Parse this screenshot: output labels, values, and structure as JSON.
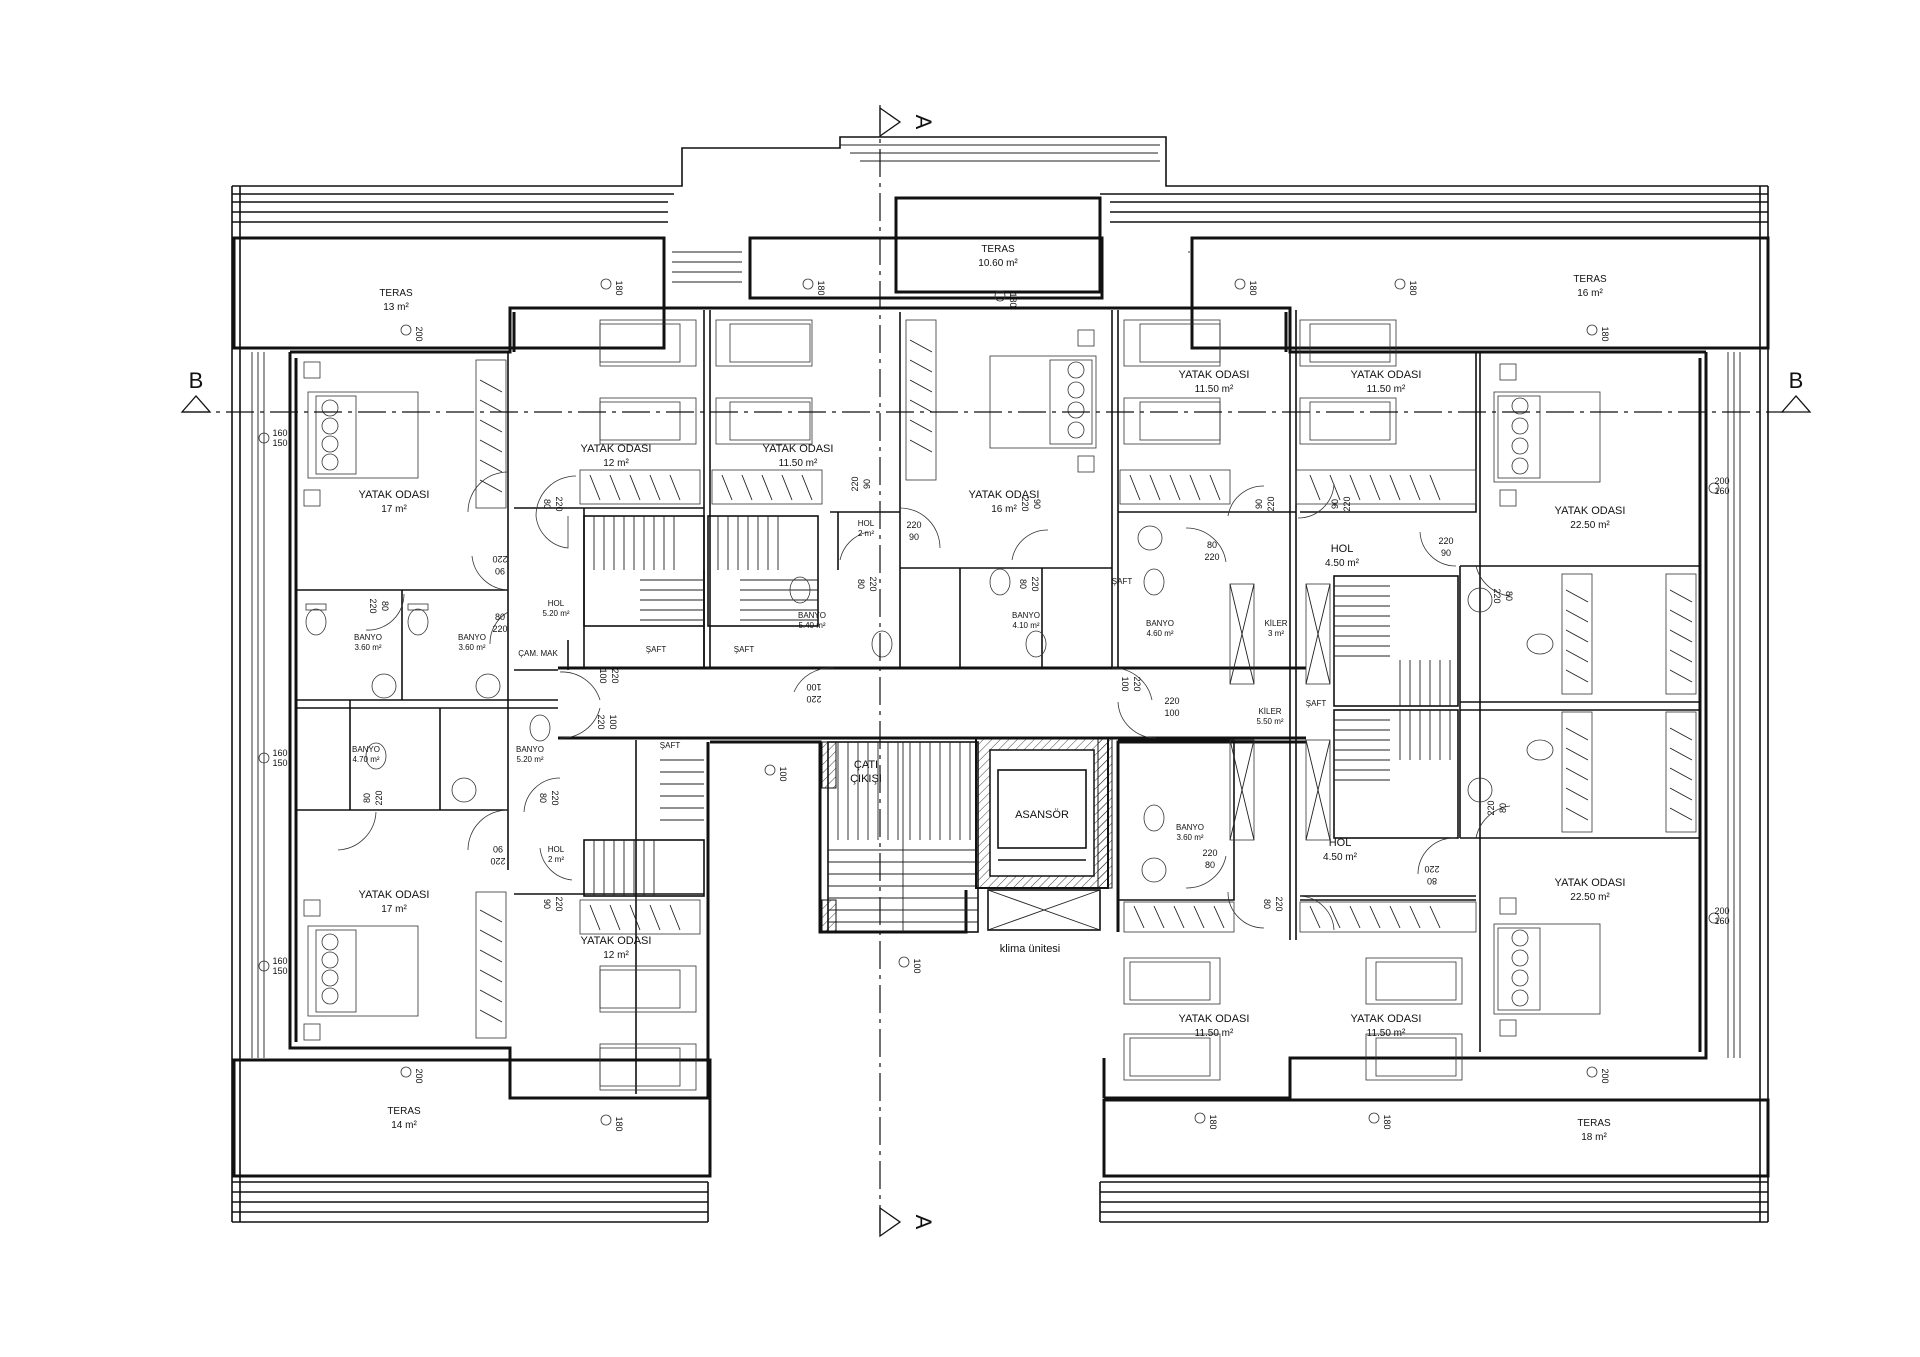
{
  "section_markers": {
    "a": "A",
    "b": "B"
  },
  "terraces": {
    "top_center": {
      "name": "TERAS",
      "area": "10.60 m²"
    },
    "top_left": {
      "name": "TERAS",
      "area": "13 m²"
    },
    "top_right": {
      "name": "TERAS",
      "area": "16 m²"
    },
    "bottom_left": {
      "name": "TERAS",
      "area": "14 m²"
    },
    "bottom_right": {
      "name": "TERAS",
      "area": "18 m²"
    }
  },
  "rooms": {
    "bed_l_top": {
      "name": "YATAK ODASI",
      "area": "17 m²"
    },
    "bed_l_bottom": {
      "name": "YATAK ODASI",
      "area": "17 m²"
    },
    "bed_lc_top": {
      "name": "YATAK ODASI",
      "area": "12 m²"
    },
    "bed_lc_bottom": {
      "name": "YATAK ODASI",
      "area": "12 m²"
    },
    "bed_c1": {
      "name": "YATAK ODASI",
      "area": "11.50 m²"
    },
    "bed_master_c": {
      "name": "YATAK ODASI",
      "area": "16 m²"
    },
    "bed_rc_top": {
      "name": "YATAK ODASI",
      "area": "11.50 m²"
    },
    "bed_r_top": {
      "name": "YATAK ODASI",
      "area": "11.50 m²"
    },
    "bed_rr_top": {
      "name": "YATAK ODASI",
      "area": "22.50 m²"
    },
    "bed_rr_bottom": {
      "name": "YATAK ODASI",
      "area": "22.50 m²"
    },
    "bed_rc_bottom": {
      "name": "YATAK ODASI",
      "area": "11.50 m²"
    },
    "bed_r_bottom": {
      "name": "YATAK ODASI",
      "area": "11.50 m²"
    },
    "hol_l_top": {
      "name": "HOL",
      "area": "5.20 m²"
    },
    "hol_l_bottom": {
      "name": "HOL",
      "area": "2 m²"
    },
    "hol_c": {
      "name": "HOL",
      "area": "2 m²"
    },
    "hol_r_top": {
      "name": "HOL",
      "area": "4.50 m²"
    },
    "hol_r_bottom": {
      "name": "HOL",
      "area": "4.50 m²"
    },
    "bath_l1": {
      "name": "BANYO",
      "area": "3.60 m²"
    },
    "bath_l2": {
      "name": "BANYO",
      "area": "3.60 m²"
    },
    "bath_l3": {
      "name": "BANYO",
      "area": "4.70 m²"
    },
    "bath_l4": {
      "name": "BANYO",
      "area": "5.20 m²"
    },
    "bath_c1": {
      "name": "BANYO",
      "area": "5.40 m²"
    },
    "bath_c2": {
      "name": "BANYO",
      "area": "4.10 m²"
    },
    "bath_r1": {
      "name": "BANYO",
      "area": "4.60 m²"
    },
    "bath_r2": {
      "name": "BANYO",
      "area": "3.60 m²"
    },
    "kiler_1": {
      "name": "KİLER",
      "area": "3 m²"
    },
    "kiler_2": {
      "name": "KİLER",
      "area": "5.50 m²"
    }
  },
  "labels": {
    "cam_mak": "ÇAM. MAK",
    "saft": "ŞAFT",
    "cati_1": "ÇATI",
    "cati_2": "ÇIKIŞI",
    "asansor": "ASANSÖR",
    "klima": "klima ünitesi"
  },
  "door_dims": {
    "d80": "80",
    "d90": "90",
    "d100": "100",
    "d220": "220"
  },
  "window_dims": {
    "w150": "150",
    "w160": "160",
    "w200": "200",
    "w180": "180",
    "w100": "100"
  }
}
